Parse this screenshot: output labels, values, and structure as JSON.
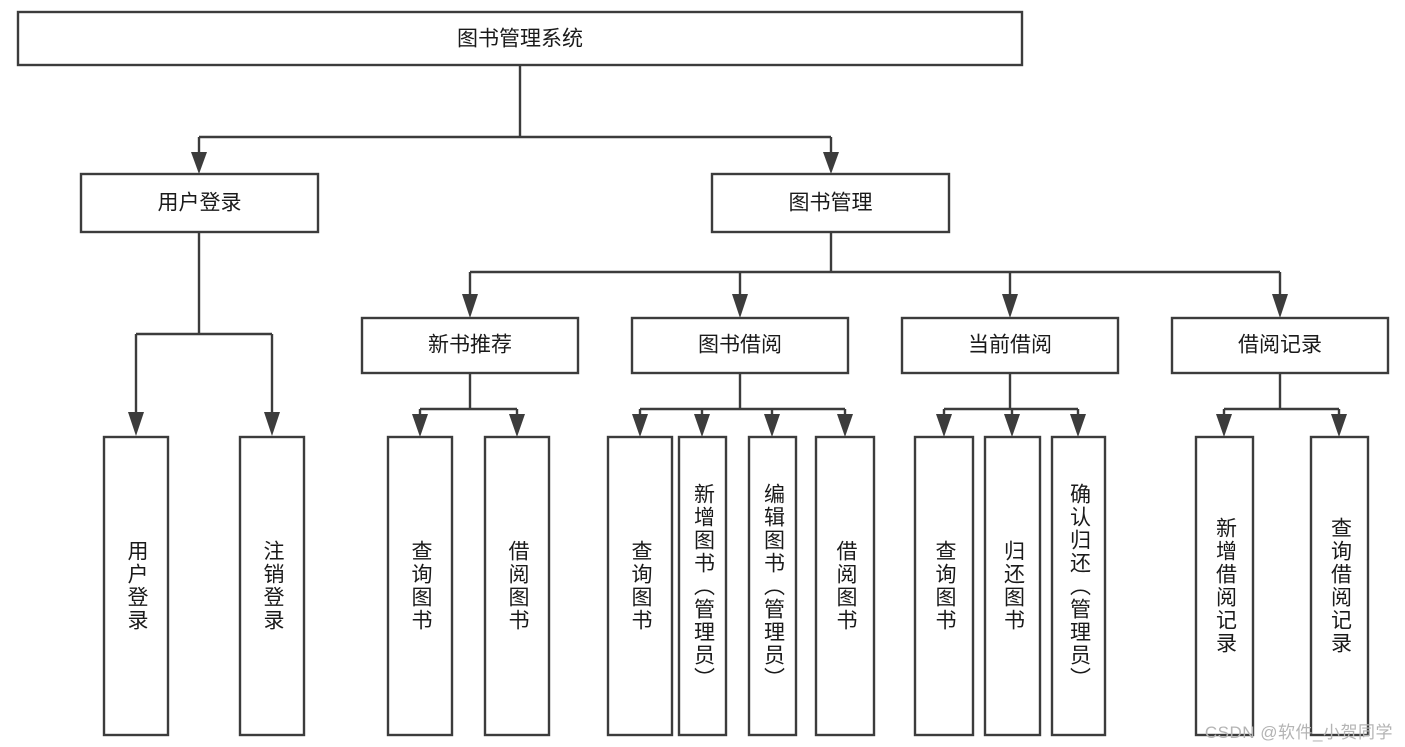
{
  "diagram": {
    "type": "tree-hierarchy",
    "title": "图书管理系统",
    "root": {
      "id": "root",
      "label": "图书管理系统",
      "orientation": "horizontal"
    },
    "level2": [
      {
        "id": "user-login",
        "label": "用户登录",
        "orientation": "horizontal"
      },
      {
        "id": "book-manage",
        "label": "图书管理",
        "orientation": "horizontal"
      }
    ],
    "level3": [
      {
        "id": "new-book-recommend",
        "label": "新书推荐",
        "orientation": "horizontal",
        "parent": "book-manage"
      },
      {
        "id": "book-borrow",
        "label": "图书借阅",
        "orientation": "horizontal",
        "parent": "book-manage"
      },
      {
        "id": "current-borrow",
        "label": "当前借阅",
        "orientation": "horizontal",
        "parent": "book-manage"
      },
      {
        "id": "borrow-record",
        "label": "借阅记录",
        "orientation": "horizontal",
        "parent": "book-manage"
      }
    ],
    "leaves": [
      {
        "id": "leaf-user-login",
        "label": "用户登录",
        "parent": "user-login",
        "orientation": "vertical"
      },
      {
        "id": "leaf-logout",
        "label": "注销登录",
        "parent": "user-login",
        "orientation": "vertical"
      },
      {
        "id": "leaf-query-book-1",
        "label": "查询图书",
        "parent": "new-book-recommend",
        "orientation": "vertical"
      },
      {
        "id": "leaf-borrow-book-1",
        "label": "借阅图书",
        "parent": "new-book-recommend",
        "orientation": "vertical"
      },
      {
        "id": "leaf-query-book-2",
        "label": "查询图书",
        "parent": "book-borrow",
        "orientation": "vertical"
      },
      {
        "id": "leaf-add-book",
        "label": "新增图书（管理员）",
        "parent": "book-borrow",
        "orientation": "vertical"
      },
      {
        "id": "leaf-edit-book",
        "label": "编辑图书（管理员）",
        "parent": "book-borrow",
        "orientation": "vertical"
      },
      {
        "id": "leaf-borrow-book-2",
        "label": "借阅图书",
        "parent": "book-borrow",
        "orientation": "vertical"
      },
      {
        "id": "leaf-query-book-3",
        "label": "查询图书",
        "parent": "current-borrow",
        "orientation": "vertical"
      },
      {
        "id": "leaf-return-book",
        "label": "归还图书",
        "parent": "current-borrow",
        "orientation": "vertical"
      },
      {
        "id": "leaf-confirm-return",
        "label": "确认归还（管理员）",
        "parent": "current-borrow",
        "orientation": "vertical"
      },
      {
        "id": "leaf-add-record",
        "label": "新增借阅记录",
        "parent": "borrow-record",
        "orientation": "vertical"
      },
      {
        "id": "leaf-query-record",
        "label": "查询借阅记录",
        "parent": "borrow-record",
        "orientation": "vertical"
      }
    ],
    "colors": {
      "stroke": "#3c3c3c",
      "fill": "#ffffff",
      "text": "#1a1a1a",
      "watermark": "#b4b4b4"
    }
  },
  "watermark": {
    "text": "CSDN @软件_小贺同学"
  }
}
